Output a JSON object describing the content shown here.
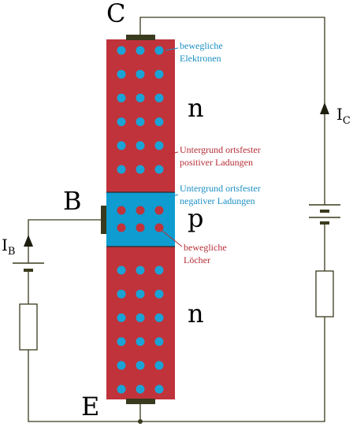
{
  "colors": {
    "n_region": "#c0333b",
    "p_region": "#0f9cd0",
    "electron": "#1ba3d6",
    "hole": "#c0333b",
    "wire": "#3a3a1e",
    "contact": "#3a3a1e",
    "blue_text": "#1a8fc4",
    "red_text": "#b52e36"
  },
  "terminals": {
    "collector": "C",
    "base": "B",
    "emitter": "E"
  },
  "regions": {
    "top": "n",
    "middle": "p",
    "bottom": "n"
  },
  "currents": {
    "base_main": "I",
    "base_sub": "B",
    "collector_main": "I",
    "collector_sub": "C"
  },
  "annotations": {
    "electrons_line1": "bewegliche",
    "electrons_line2": "Elektronen",
    "positive_line1": "Untergrund ortsfester",
    "positive_line2": "positiver Ladungen",
    "negative_line1": "Untergrund ortsfester",
    "negative_line2": "negativer Ladungen",
    "holes_line1": "bewegliche",
    "holes_line2": "Löcher"
  }
}
